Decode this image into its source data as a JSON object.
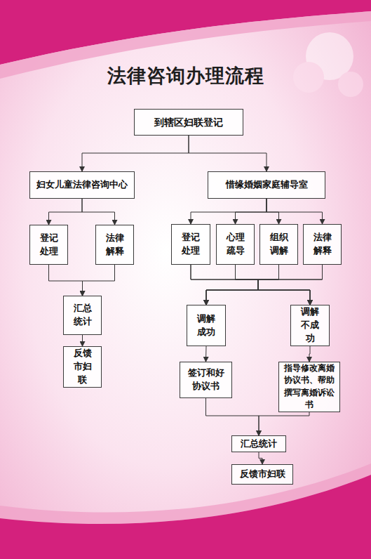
{
  "diagram": {
    "title": "法律咨询办理流程",
    "nodes": [
      {
        "text": [
          "到辖区妇联登记"
        ]
      },
      {
        "text": [
          "妇女儿童法律咨询中心"
        ]
      },
      {
        "text": [
          "惜缘婚姻家庭辅导室"
        ]
      },
      {
        "text": [
          "登记处理"
        ]
      },
      {
        "text": [
          "法律解释"
        ]
      },
      {
        "text": [
          "登记处理"
        ]
      },
      {
        "text": [
          "心理疏导"
        ]
      },
      {
        "text": [
          "组织调解"
        ]
      },
      {
        "text": [
          "法律解释"
        ]
      },
      {
        "text": [
          "汇总统计"
        ]
      },
      {
        "text": [
          "调解成功"
        ]
      },
      {
        "text": [
          "调解不成功"
        ]
      },
      {
        "text": [
          "反馈市妇联"
        ]
      },
      {
        "text": [
          "签订和好协议书"
        ]
      },
      {
        "text": [
          "指导修改离婚协议书、帮助撰写离婚诉讼书"
        ]
      },
      {
        "text": [
          "汇总统计"
        ]
      },
      {
        "text": [
          "反馈市妇联"
        ]
      }
    ],
    "edges": [
      {
        "from": 0,
        "to": 1,
        "arrow": "to"
      },
      {
        "from": 0,
        "to": 2,
        "arrow": "to"
      },
      {
        "from": 1,
        "to": 3,
        "arrow": "to"
      },
      {
        "from": 1,
        "to": 4,
        "arrow": "to"
      },
      {
        "from": 3,
        "to": 9,
        "arrow": "to"
      },
      {
        "from": 4,
        "to": 9,
        "arrow": "to"
      },
      {
        "from": 9,
        "to": 12,
        "arrow": "to"
      },
      {
        "from": 2,
        "to": 5,
        "arrow": "to"
      },
      {
        "from": 2,
        "to": 6,
        "arrow": "to"
      },
      {
        "from": 2,
        "to": 7,
        "arrow": "to"
      },
      {
        "from": 2,
        "to": 8,
        "arrow": "to"
      },
      {
        "from": 5,
        "to": 10,
        "arrow": "to"
      },
      {
        "from": 6,
        "to": 10,
        "arrow": "to"
      },
      {
        "from": 7,
        "to": 10,
        "arrow": "to"
      },
      {
        "from": 8,
        "to": 10,
        "arrow": "to"
      },
      {
        "from": 5,
        "to": 11,
        "arrow": "to"
      },
      {
        "from": 6,
        "to": 11,
        "arrow": "to"
      },
      {
        "from": 7,
        "to": 11,
        "arrow": "to"
      },
      {
        "from": 8,
        "to": 11,
        "arrow": "to"
      },
      {
        "from": 10,
        "to": 13,
        "arrow": "to"
      },
      {
        "from": 11,
        "to": 14,
        "arrow": "to"
      },
      {
        "from": 13,
        "to": 15,
        "arrow": "to"
      },
      {
        "from": 14,
        "to": 15,
        "arrow": "to"
      },
      {
        "from": 15,
        "to": 16,
        "arrow": "to"
      }
    ]
  }
}
